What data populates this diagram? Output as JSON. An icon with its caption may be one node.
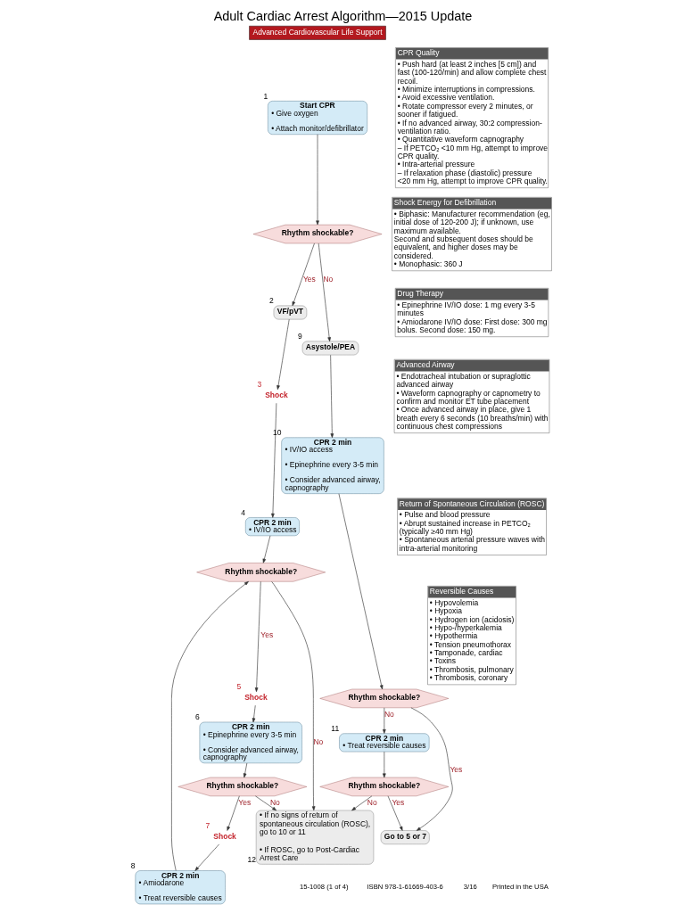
{
  "diagram": {
    "title": "Adult Cardiac Arrest Algorithm—2015 Update",
    "nodes": [
      {
        "text": [
          "Start CPR",
          "• Give oxygen",
          "• Attach monitor/defibrillator"
        ],
        "beside": [
          "1"
        ]
      },
      {
        "text": [
          "Rhythm shockable?"
        ]
      },
      {
        "text": [
          "VF/pVT"
        ],
        "beside": [
          "2"
        ]
      },
      {
        "text": [
          "Shock"
        ],
        "beside": [
          "3"
        ]
      },
      {
        "text": [
          "Asystole/PEA"
        ],
        "beside": [
          "9"
        ]
      },
      {
        "text": [
          "CPR 2 min",
          "• IV/IO access"
        ],
        "beside": [
          "4"
        ]
      },
      {
        "text": [
          "Rhythm shockable?"
        ]
      },
      {
        "text": [
          "Shock"
        ],
        "beside": [
          "5"
        ]
      },
      {
        "text": [
          "CPR 2 min",
          "• Epinephrine every 3-5 min",
          "• Consider advanced airway, capnography"
        ],
        "beside": [
          "6"
        ]
      },
      {
        "text": [
          "Rhythm shockable?"
        ]
      },
      {
        "text": [
          "Shock"
        ],
        "beside": [
          "7"
        ]
      },
      {
        "text": [
          "CPR 2 min",
          "• Amiodarone",
          "• Treat reversible causes"
        ],
        "beside": [
          "8"
        ]
      },
      {
        "text": [
          "CPR 2 min",
          "• IV/IO access",
          "• Epinephrine every 3-5 min",
          "• Consider advanced airway, capnography"
        ],
        "beside": [
          "10"
        ]
      },
      {
        "text": [
          "Rhythm shockable?"
        ]
      },
      {
        "text": [
          "CPR 2 min",
          "• Treat reversible causes"
        ],
        "beside": [
          "11"
        ]
      },
      {
        "text": [
          "Rhythm shockable?"
        ]
      },
      {
        "text": [
          "• If no signs of return of spontaneous circulation (ROSC), go to 10 or 11",
          "• If ROSC, go to Post-Cardiac Arrest Care"
        ],
        "beside": [
          "12"
        ]
      },
      {
        "text": [
          "Go to 5 or 7"
        ]
      },
      {
        "text": [
          "CPR Quality",
          "• Push hard (at least 2 inches [5 cm]) and fast (100-120/min) and allow complete chest recoil.",
          "• Minimize interruptions in compressions.",
          "• Avoid excessive ventilation.",
          "• Rotate compressor every 2 minutes, or sooner if fatigued.",
          "• If no advanced airway, 30:2 compression-ventilation ratio.",
          "• Quantitative waveform capnography",
          "– If PETCO₂ <10 mm Hg, attempt to improve CPR quality.",
          "• Intra-arterial pressure",
          "– If relaxation phase (diastolic) pressure <20 mm Hg, attempt to improve CPR quality."
        ]
      },
      {
        "text": [
          "Shock Energy for Defibrillation",
          "• Biphasic: Manufacturer recommendation (eg, initial dose of 120-200 J); if unknown, use maximum available.",
          "Second and subsequent doses should be equivalent, and higher doses may be considered.",
          "• Monophasic: 360 J"
        ]
      },
      {
        "text": [
          "Drug Therapy",
          "• Epinephrine IV/IO dose: 1 mg every 3-5 minutes",
          "• Amiodarone IV/IO dose: First dose: 300 mg bolus. Second dose: 150 mg."
        ]
      },
      {
        "text": [
          "Advanced Airway",
          "• Endotracheal intubation or supraglottic advanced airway",
          "• Waveform capnography or capnometry to confirm and monitor ET tube placement",
          "• Once advanced airway in place, give 1 breath every 6 seconds (10 breaths/min) with continuous chest compressions"
        ]
      },
      {
        "text": [
          "Return of Spontaneous Circulation (ROSC)",
          "• Pulse and blood pressure",
          "• Abrupt sustained increase in PETCO₂ (typically ≥40 mm Hg)",
          "• Spontaneous arterial pressure waves with intra-arterial monitoring"
        ]
      },
      {
        "text": [
          "Reversible Causes",
          "• Hypovolemia",
          "• Hypoxia",
          "• Hydrogen ion (acidosis)",
          "• Hypo-/hyperkalemia",
          "• Hypothermia",
          "• Tension pneumothorax",
          "• Tamponade, cardiac",
          "• Toxins",
          "• Thrombosis, pulmonary",
          "• Thrombosis, coronary"
        ]
      }
    ],
    "edges": [
      {
        "from": 0,
        "to": 1,
        "arrow": "to"
      },
      {
        "from": 1,
        "to": 2,
        "arrow": "to",
        "label": "Yes"
      },
      {
        "from": 1,
        "to": 4,
        "arrow": "to",
        "label": "No"
      },
      {
        "from": 2,
        "to": 3,
        "arrow": "to"
      },
      {
        "from": 3,
        "to": 5,
        "arrow": "to"
      },
      {
        "from": 5,
        "to": 6,
        "arrow": "to"
      },
      {
        "from": 6,
        "to": 7,
        "arrow": "to",
        "label": "Yes"
      },
      {
        "from": 6,
        "to": 16,
        "arrow": "to",
        "label": "No"
      },
      {
        "from": 7,
        "to": 8,
        "arrow": "to"
      },
      {
        "from": 8,
        "to": 9,
        "arrow": "to"
      },
      {
        "from": 9,
        "to": 10,
        "arrow": "to",
        "label": "Yes"
      },
      {
        "from": 9,
        "to": 16,
        "arrow": "to",
        "label": "No"
      },
      {
        "from": 10,
        "to": 11,
        "arrow": "to"
      },
      {
        "from": 11,
        "to": 6,
        "arrow": "to"
      },
      {
        "from": 4,
        "to": 12,
        "arrow": "to"
      },
      {
        "from": 12,
        "to": 13,
        "arrow": "to"
      },
      {
        "from": 13,
        "to": 17,
        "arrow": "to",
        "label": "Yes"
      },
      {
        "from": 13,
        "to": 14,
        "arrow": "to",
        "label": "No"
      },
      {
        "from": 14,
        "to": 15,
        "arrow": "to"
      },
      {
        "from": 15,
        "to": 16,
        "arrow": "to",
        "label": "No"
      },
      {
        "from": 15,
        "to": 17,
        "arrow": "to",
        "label": "Yes"
      }
    ],
    "labels": [
      "Advanced Cardiovascular Life Support",
      "15-1008 (1 of 4)",
      "ISBN 978-1-61669-403-6",
      "3/16",
      "Printed in the USA"
    ]
  }
}
